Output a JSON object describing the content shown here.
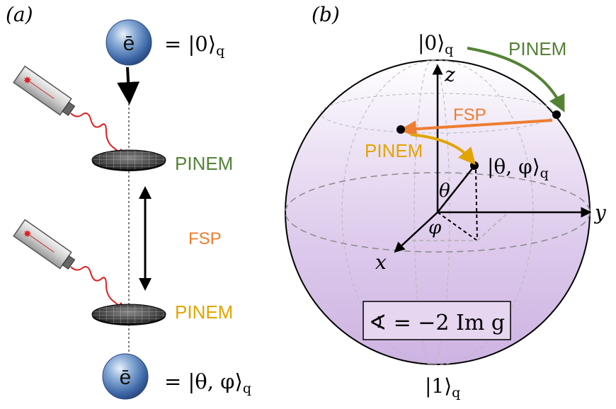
{
  "panel_a": {
    "label": "(a)",
    "electron_symbol": "ē",
    "top_state": "= |0⟩",
    "top_state_sub": "q",
    "bottom_state": "= |θ, φ⟩",
    "bottom_state_sub": "q",
    "pinem_1": "PINEM",
    "fsp": "FSP",
    "pinem_2": "PINEM"
  },
  "panel_b": {
    "label": "(b)",
    "north_state": "|0⟩",
    "north_sub": "q",
    "south_state": "|1⟩",
    "south_sub": "q",
    "axis_z": "z",
    "axis_y": "y",
    "axis_x": "x",
    "angle_theta": "θ",
    "angle_phi": "φ",
    "state_label": "|θ, φ⟩",
    "state_sub": "q",
    "pinem_top": "PINEM",
    "fsp": "FSP",
    "pinem_left": "PINEM",
    "formula": "∢ = −2 Im g"
  },
  "colors": {
    "pinem_green": "#548235",
    "fsp_orange": "#ED7D31",
    "pinem_yellow": "#E2A400",
    "sphere_purple": "#d4bfe6",
    "electron_blue": "#4a78b8",
    "beam_red": "#e02020"
  }
}
